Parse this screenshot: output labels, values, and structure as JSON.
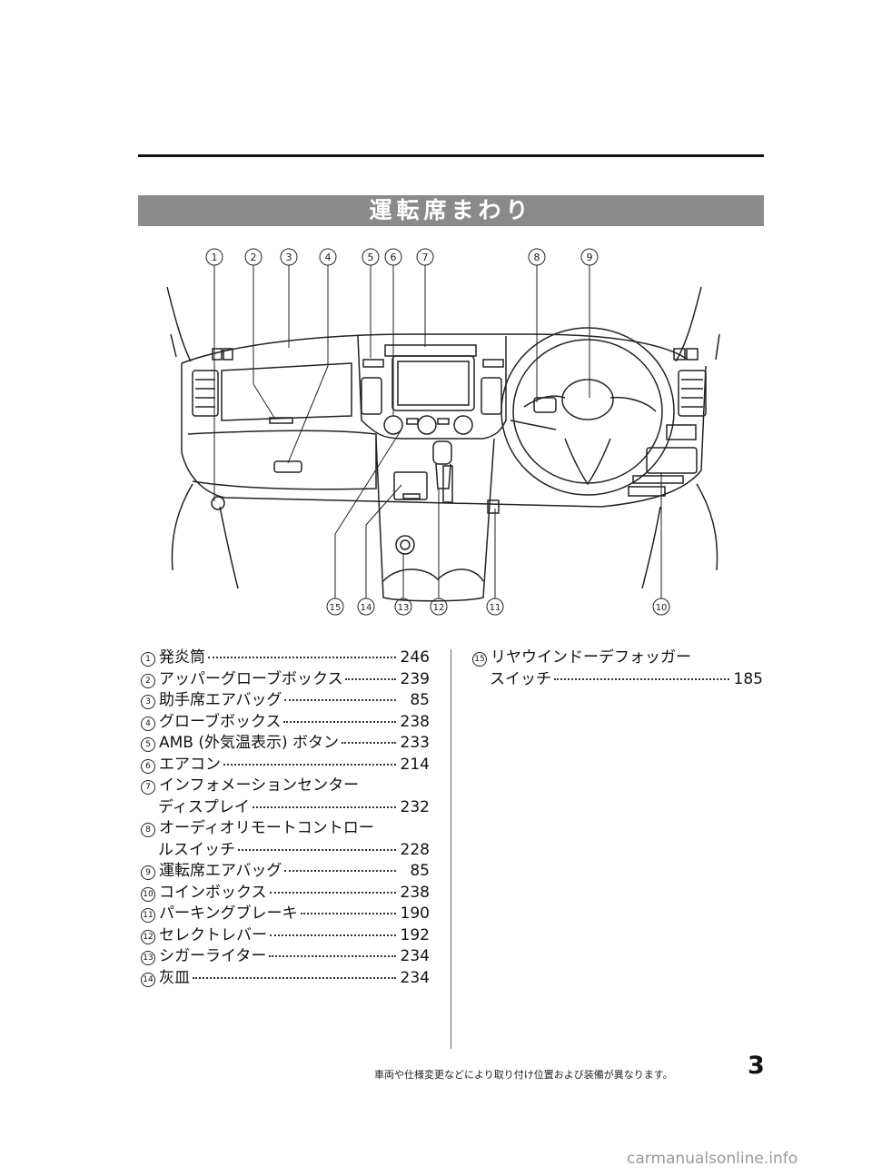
{
  "section_title": "運転席まわり",
  "callouts_top": [
    "1",
    "2",
    "3",
    "4",
    "5",
    "6",
    "7",
    "8",
    "9"
  ],
  "callouts_bottom": [
    "15",
    "14",
    "13",
    "12",
    "11",
    "10"
  ],
  "items_left": [
    {
      "num": "1",
      "label": "発炎筒",
      "page": "246"
    },
    {
      "num": "2",
      "label": "アッパーグローブボックス",
      "page": "239"
    },
    {
      "num": "3",
      "label": "助手席エアバッグ",
      "page": "85"
    },
    {
      "num": "4",
      "label": "グローブボックス",
      "page": "238"
    },
    {
      "num": "5",
      "label": "AMB (外気温表示) ボタン",
      "page": "233"
    },
    {
      "num": "6",
      "label": "エアコン",
      "page": "214"
    },
    {
      "num": "7",
      "label": "インフォメーションセンター",
      "label2": "ディスプレイ",
      "page": "232"
    },
    {
      "num": "8",
      "label": "オーディオリモートコントロー",
      "label2": "ルスイッチ",
      "page": "228"
    },
    {
      "num": "9",
      "label": "運転席エアバッグ",
      "page": "85"
    },
    {
      "num": "10",
      "label": "コインボックス",
      "page": "238"
    },
    {
      "num": "11",
      "label": "パーキングブレーキ",
      "page": "190"
    },
    {
      "num": "12",
      "label": "セレクトレバー",
      "page": "192"
    },
    {
      "num": "13",
      "label": "シガーライター",
      "page": "234"
    },
    {
      "num": "14",
      "label": "灰皿",
      "page": "234"
    }
  ],
  "items_right": [
    {
      "num": "15",
      "label": "リヤウインドーデフォッガー",
      "label2": "スイッチ",
      "page": "185"
    }
  ],
  "footer_note": "車両や仕様変更などにより取り付け位置および装備が異なります。",
  "page_number": "3",
  "watermark": "carmanualsonline.info"
}
